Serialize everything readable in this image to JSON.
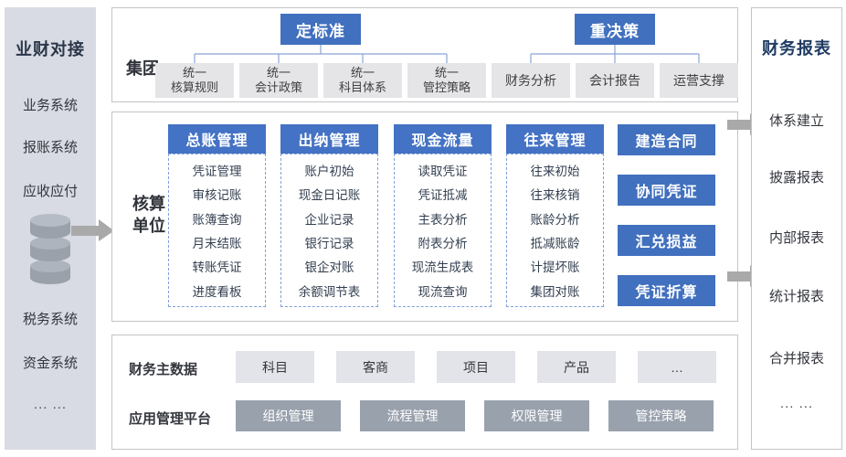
{
  "left_sidebar": {
    "title": "业财对接",
    "items_top": [
      "业务系统",
      "报账系统",
      "应收应付"
    ],
    "items_bottom": [
      "税务系统",
      "资金系统",
      "... ..."
    ],
    "database_icon": "database-cylinder-icon"
  },
  "group_section": {
    "label": "集团",
    "trees": [
      {
        "root": "定标准",
        "children": [
          [
            "统一",
            "核算规则"
          ],
          [
            "统一",
            "会计政策"
          ],
          [
            "统一",
            "科目体系"
          ],
          [
            "统一",
            "管控策略"
          ]
        ]
      },
      {
        "root": "重决策",
        "children": [
          "财务分析",
          "会计报告",
          "运营支撑"
        ]
      }
    ]
  },
  "accounting_section": {
    "label_lines": [
      "核算",
      "单位"
    ],
    "columns": [
      {
        "header": "总账管理",
        "items": [
          "凭证管理",
          "审核记账",
          "账簿查询",
          "月末结账",
          "转账凭证",
          "进度看板"
        ]
      },
      {
        "header": "出纳管理",
        "items": [
          "账户初始",
          "现金日记账",
          "企业记录",
          "银行记录",
          "银企对账",
          "余额调节表"
        ]
      },
      {
        "header": "现金流量",
        "items": [
          "读取凭证",
          "凭证抵减",
          "主表分析",
          "附表分析",
          "现流生成表",
          "现流查询"
        ]
      },
      {
        "header": "往来管理",
        "items": [
          "往来初始",
          "往来核销",
          "账龄分析",
          "抵减账龄",
          "计提坏账",
          "集团对账"
        ]
      }
    ],
    "side_buttons": [
      "建造合同",
      "协同凭证",
      "汇兑损益",
      "凭证折算"
    ]
  },
  "platform_section": {
    "rows": [
      {
        "label": "财务主数据",
        "boxes": [
          "科目",
          "客商",
          "项目",
          "产品",
          "…"
        ]
      },
      {
        "label": "应用管理平台",
        "boxes": [
          "组织管理",
          "流程管理",
          "权限管理",
          "管控策略"
        ]
      }
    ]
  },
  "right_sidebar": {
    "title": "财务报表",
    "items": [
      "体系建立",
      "披露报表",
      "内部报表",
      "统计报表",
      "合并报表",
      "... ..."
    ]
  },
  "colors": {
    "accent_blue": "#4472C4",
    "connector_blue": "#8AA5D6",
    "dashed_border": "#7FA0D8",
    "sidebar_bg": "#D8DBE3",
    "light_box": "#E3E4EA",
    "dark_box": "#99A1AD",
    "arrow_gray": "#A9A9A9"
  }
}
